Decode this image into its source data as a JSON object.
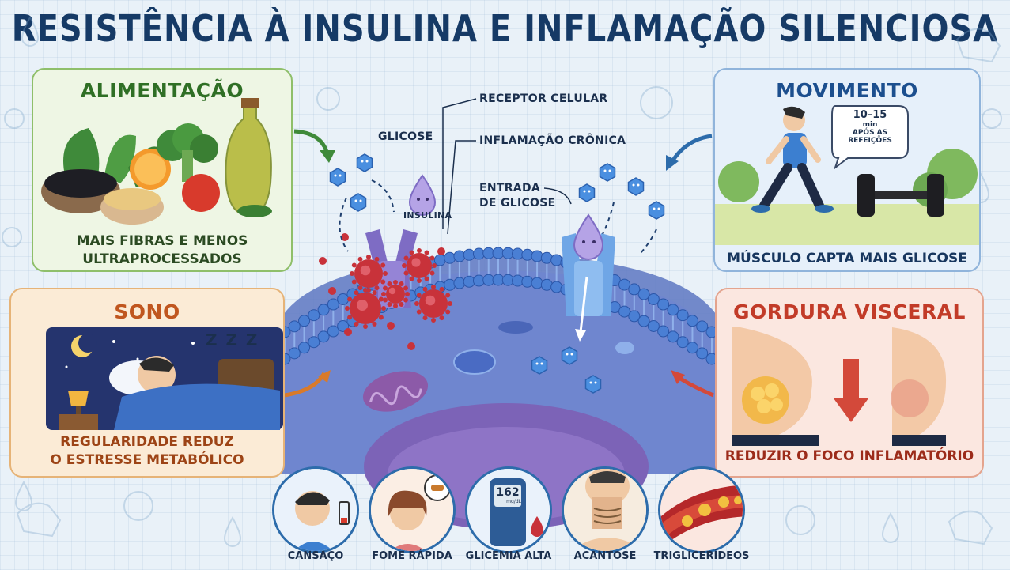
{
  "title": "RESISTÊNCIA À INSULINA E INFLAMAÇÃO SILENCIOSA",
  "panels": {
    "alimentacao": {
      "title": "ALIMENTAÇÃO",
      "caption_line1": "MAIS FIBRAS E MENOS",
      "caption_line2": "ULTRAPROCESSADOS"
    },
    "movimento": {
      "title": "MOVIMENTO",
      "caption": "MÚSCULO CAPTA MAIS GLICOSE",
      "bubble_line1": "10–15",
      "bubble_line2": "min",
      "bubble_line3": "APÓS AS",
      "bubble_line4": "REFEIÇÕES"
    },
    "sono": {
      "title": "SONO",
      "caption_line1": "REGULARIDADE REDUZ",
      "caption_line2": "O ESTRESSE METABÓLICO",
      "zzz": "Z Z Z"
    },
    "gordura": {
      "title": "GORDURA VISCERAL",
      "caption": "REDUZIR O FOCO INFLAMATÓRIO"
    }
  },
  "diagram": {
    "glicose": "GLICOSE",
    "insulina": "INSULINA",
    "receptor": "RECEPTOR CELULAR",
    "inflamacao": "INFLAMAÇÃO CRÔNICA",
    "entrada_line1": "ENTRADA",
    "entrada_line2": "DE GLICOSE"
  },
  "symptoms": [
    {
      "label": "CANSAÇO"
    },
    {
      "label": "FOME RÁPIDA"
    },
    {
      "label": "GLICEMIA ALTA",
      "meter_value": "162",
      "meter_unit": "mg/dL"
    },
    {
      "label": "ACANTOSE"
    },
    {
      "label": "TRIGLICERÍDEOS"
    }
  ],
  "colors": {
    "title": "#163a66",
    "food": "#2f6f25",
    "movement": "#1c4f8e",
    "sleep": "#c0561f",
    "fat": "#c23b28",
    "inflammation": "#c8323a",
    "glucose": "#4a8fe0",
    "insulin": "#9b86d6",
    "receptor": "#7e6cc4"
  }
}
